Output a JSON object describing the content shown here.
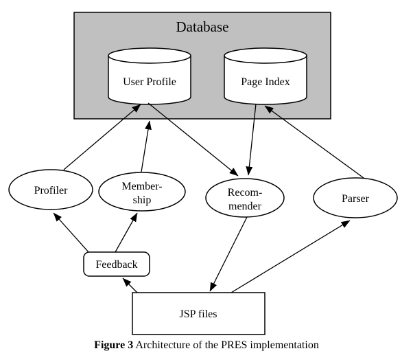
{
  "figure": {
    "caption": {
      "label": "Figure 3",
      "text": "Architecture of the PRES implementation"
    }
  },
  "database": {
    "title": "Database",
    "user_profile": "User Profile",
    "page_index": "Page Index"
  },
  "nodes": {
    "profiler": "Profiler",
    "membership_line1": "Member-",
    "membership_line2": "ship",
    "recommender_line1": "Recom-",
    "recommender_line2": "mender",
    "parser": "Parser",
    "feedback": "Feedback",
    "jsp_files": "JSP files"
  },
  "colors": {
    "background": "#ffffff",
    "database_fill": "#c0c0c0",
    "node_fill": "#ffffff",
    "stroke": "#000000"
  }
}
